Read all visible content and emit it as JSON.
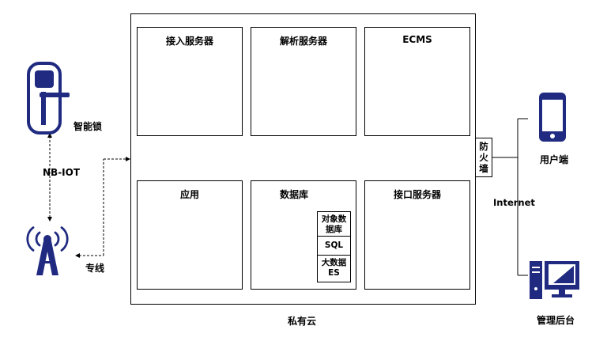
{
  "servers": {
    "access": "接入服务器",
    "parsing": "解析服务器",
    "ecms": "ECMS",
    "app": "应用",
    "database": "数据库",
    "interface": "接口服务器"
  },
  "database_stores": [
    "对象数\n据库",
    "SQL",
    "大数据\nES"
  ],
  "labels": {
    "smart_lock": "智能锁",
    "nbiot": "NB-IOT",
    "dedicated_line": "专线",
    "firewall": "防\n火\n墙",
    "internet": "Internet",
    "user_side": "用户端",
    "admin_backend": "管理后台",
    "private_cloud": "私有云"
  },
  "colors": {
    "navy": "#1f2a80",
    "line": "#000000"
  },
  "icons": [
    "smart-lock-icon",
    "antenna-tower-icon",
    "phone-icon",
    "desktop-computer-icon",
    "server-icon",
    "database-icon",
    "cube-icon"
  ],
  "ellipsis": "···"
}
